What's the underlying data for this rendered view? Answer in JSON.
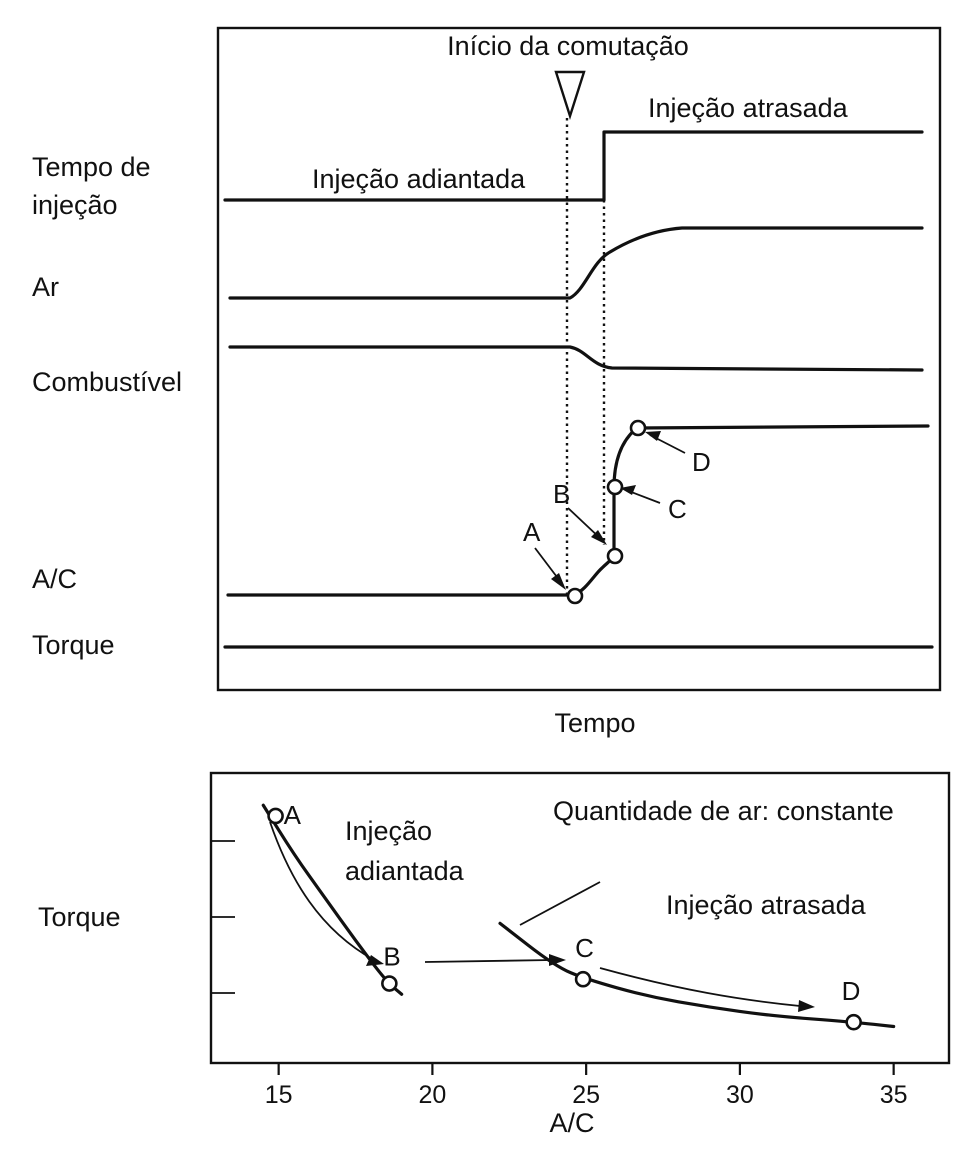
{
  "top": {
    "switch_label": "Início da comutação",
    "late_injection_label": "Injeção atrasada",
    "early_injection_label": "Injeção adiantada",
    "row_labels": {
      "injection_time_line1": "Tempo de",
      "injection_time_line2": "injeção",
      "air": "Ar",
      "fuel": "Combustível",
      "af": "A/C",
      "torque": "Torque"
    },
    "points": [
      "A",
      "B",
      "C",
      "D"
    ],
    "x_axis_label": "Tempo"
  },
  "bottom": {
    "ylabel": "Torque",
    "xlabel": "A/C",
    "annotation": "Quantidade de ar: constante",
    "early_injection_line1": "Injeção",
    "early_injection_line2": "adiantada",
    "late_injection_label": "Injeção atrasada",
    "points": [
      "A",
      "B",
      "C",
      "D"
    ],
    "xticks": [
      "15",
      "20",
      "25",
      "30",
      "35"
    ]
  },
  "chart_data": {
    "type": "line",
    "xlabel": "A/C",
    "ylabel": "Torque",
    "xlim": [
      12.8,
      36.8
    ],
    "xticks": [
      15,
      20,
      25,
      30,
      35
    ],
    "series": [
      {
        "name": "Injeção adiantada",
        "x": [
          14.5,
          15.5,
          16.5,
          17.5,
          18.5,
          19.0
        ],
        "y": [
          1.05,
          0.82,
          0.62,
          0.42,
          0.23,
          0.17
        ]
      },
      {
        "name": "Injeção atrasada",
        "x": [
          22.2,
          24.0,
          25.0,
          27.0,
          29.0,
          31.0,
          33.7,
          35.0
        ],
        "y": [
          0.5,
          0.3,
          0.24,
          0.16,
          0.11,
          0.07,
          0.04,
          0.02
        ]
      }
    ],
    "points": [
      {
        "label": "A",
        "x": 14.9,
        "y": 1.0
      },
      {
        "label": "B",
        "x": 18.6,
        "y": 0.22
      },
      {
        "label": "C",
        "x": 24.9,
        "y": 0.24
      },
      {
        "label": "D",
        "x": 33.7,
        "y": 0.04
      }
    ]
  }
}
